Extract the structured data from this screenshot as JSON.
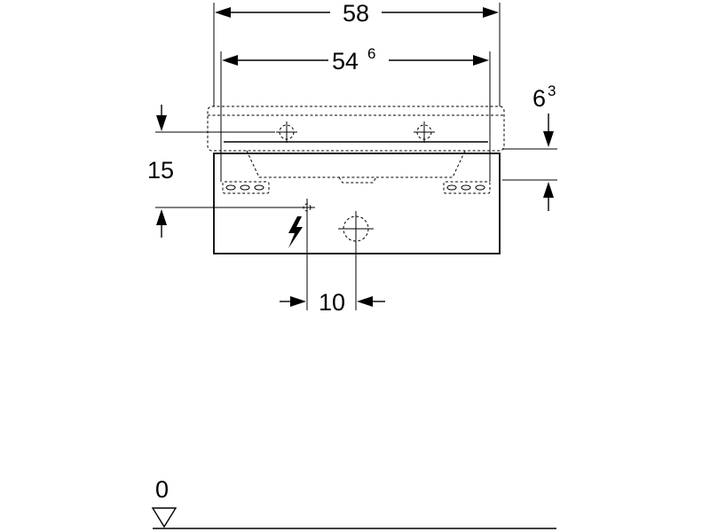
{
  "dimensions": {
    "overall_width": "58",
    "inner_width": "54",
    "inner_width_sup": "6",
    "top_offset": "6",
    "top_offset_sup": "3",
    "height_left": "15",
    "spacing": "10",
    "floor_level": "0"
  },
  "icons": {
    "electrical": "lightning-bolt-icon",
    "floor": "level-triangle-icon"
  }
}
